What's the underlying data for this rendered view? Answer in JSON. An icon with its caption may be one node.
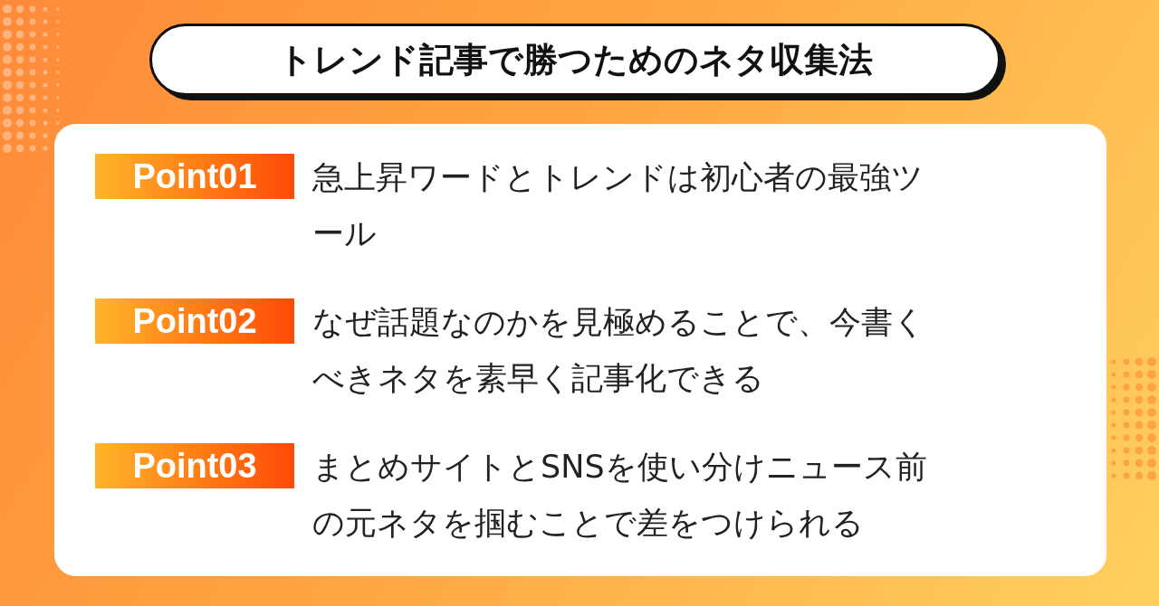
{
  "diagram": {
    "title": "トレンド記事で勝つためのネタ収集法",
    "nodes": [
      {
        "text": [],
        "shape": "box"
      },
      {
        "text": [
          "Point01"
        ],
        "in": 0,
        "beside": [
          "急上昇ワードとトレンドは初心者の最強ツール"
        ]
      },
      {
        "text": [
          "Point02"
        ],
        "in": 0,
        "beside": [
          "なぜ話題なのかを見極めることで、今書くべきネタを素早く記事化できる"
        ]
      },
      {
        "text": [
          "Point03"
        ],
        "in": 0,
        "beside": [
          "まとめサイトとSNSを使い分けニュース前の元ネタを掴むことで差をつけられる"
        ]
      }
    ],
    "edges": []
  }
}
